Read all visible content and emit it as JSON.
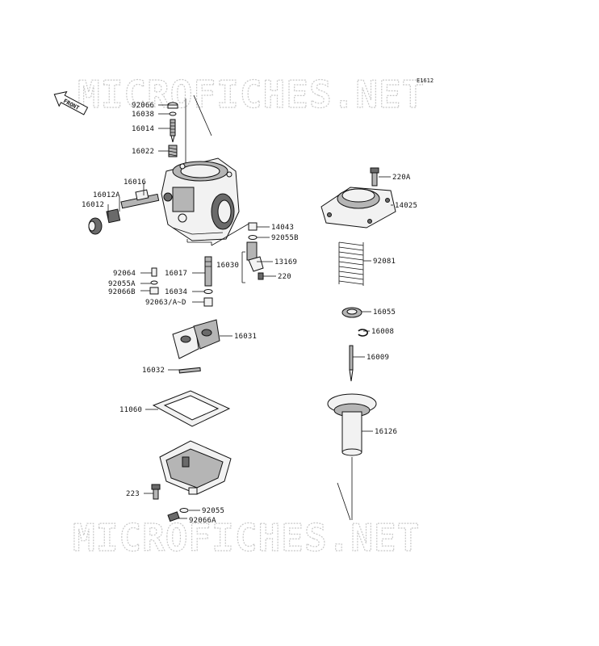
{
  "diagram": {
    "code": "E1612",
    "watermark": "MICROFICHES.NET",
    "front_label": "FRONT",
    "parts": [
      {
        "id": "p92066",
        "label": "92066"
      },
      {
        "id": "p16038",
        "label": "16038"
      },
      {
        "id": "p16014",
        "label": "16014"
      },
      {
        "id": "p16022",
        "label": "16022"
      },
      {
        "id": "p16016",
        "label": "16016"
      },
      {
        "id": "p16012a",
        "label": "16012A"
      },
      {
        "id": "p16012",
        "label": "16012"
      },
      {
        "id": "p14043",
        "label": "14043"
      },
      {
        "id": "p92055b",
        "label": "92055B"
      },
      {
        "id": "p13169",
        "label": "13169"
      },
      {
        "id": "p16030",
        "label": "16030"
      },
      {
        "id": "p220",
        "label": "220"
      },
      {
        "id": "p92064",
        "label": "92064"
      },
      {
        "id": "p16017",
        "label": "16017"
      },
      {
        "id": "p92055a",
        "label": "92055A"
      },
      {
        "id": "p16034",
        "label": "16034"
      },
      {
        "id": "p92066b",
        "label": "92066B"
      },
      {
        "id": "p92063",
        "label": "92063/A~D"
      },
      {
        "id": "p16031",
        "label": "16031"
      },
      {
        "id": "p16032",
        "label": "16032"
      },
      {
        "id": "p11060",
        "label": "11060"
      },
      {
        "id": "p223",
        "label": "223"
      },
      {
        "id": "p92055",
        "label": "92055"
      },
      {
        "id": "p92066a",
        "label": "92066A"
      },
      {
        "id": "p220a",
        "label": "220A"
      },
      {
        "id": "p14025",
        "label": "14025"
      },
      {
        "id": "p92081",
        "label": "92081"
      },
      {
        "id": "p16055",
        "label": "16055"
      },
      {
        "id": "p16008",
        "label": "16008"
      },
      {
        "id": "p16009",
        "label": "16009"
      },
      {
        "id": "p16126",
        "label": "16126"
      }
    ]
  }
}
